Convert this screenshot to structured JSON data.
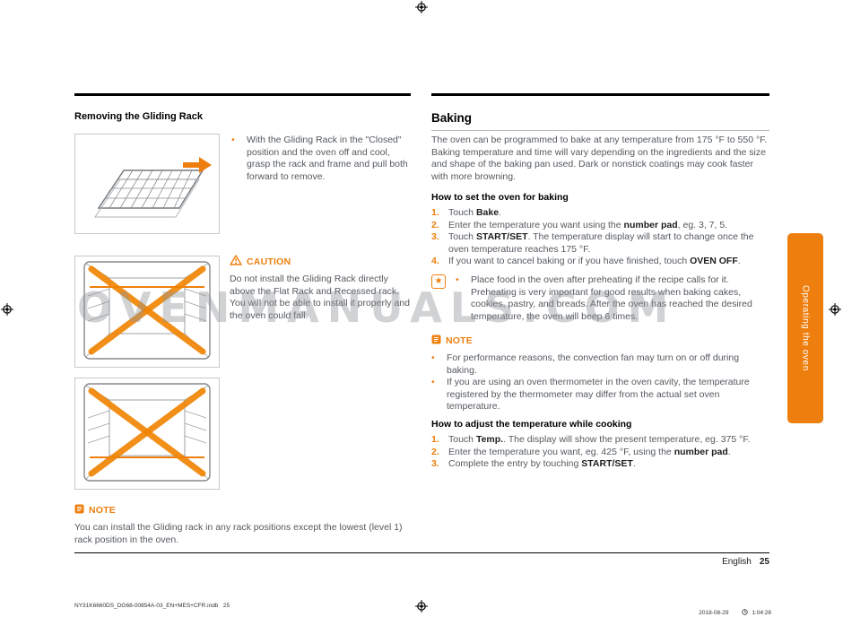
{
  "page": {
    "watermark": "OVENMANUALS.COM"
  },
  "icons": {
    "star": "★"
  },
  "colors": {
    "accent": "#ee7f0e"
  },
  "left_column": {
    "section_title": "Removing the Gliding Rack",
    "bullet": "With the Gliding Rack in the \"Closed\" position and the oven off and cool, grasp the rack and frame and pull both forward to remove.",
    "caution": {
      "label": "CAUTION",
      "text": "Do not install the Gliding Rack directly above the Flat Rack and Recessed rack. You will not be able to install it properly and the oven could fall."
    },
    "note": {
      "label": "NOTE",
      "text": "You can install the Gliding rack in any rack positions except the lowest (level 1) rack position in the oven."
    }
  },
  "right_column": {
    "title": "Baking",
    "intro": "The oven can be programmed to bake at any temperature from 175 °F to 550 °F. Baking temperature and time will vary depending on the ingredients and the size and shape of the baking pan used. Dark or nonstick coatings may cook faster with more browning.",
    "how_to_set": {
      "title": "How to set the oven for baking",
      "steps": [
        {
          "num": "1.",
          "parts": [
            {
              "t": "Touch "
            },
            {
              "t": "Bake",
              "b": true
            },
            {
              "t": "."
            }
          ]
        },
        {
          "num": "2.",
          "parts": [
            {
              "t": "Enter the temperature you want using the "
            },
            {
              "t": "number pad",
              "b": true
            },
            {
              "t": ", eg. 3, 7, 5."
            }
          ]
        },
        {
          "num": "3.",
          "parts": [
            {
              "t": "Touch "
            },
            {
              "t": "START/SET",
              "b": true
            },
            {
              "t": ". The temperature display will start to change once the oven temperature reaches 175 °F."
            }
          ]
        },
        {
          "num": "4.",
          "parts": [
            {
              "t": "If you want to cancel baking or if you have finished, touch "
            },
            {
              "t": "OVEN OFF",
              "b": true
            },
            {
              "t": "."
            }
          ]
        }
      ]
    },
    "tip": "Place food in the oven after preheating if the recipe calls for it. Preheating is very important for good results when baking cakes, cookies, pastry, and breads. After the oven has reached the desired temperature, the oven will beep 6 times.",
    "note": {
      "label": "NOTE",
      "bullets": [
        "For performance reasons, the convection fan may turn on or off during baking.",
        "If you are using an oven thermometer in the oven cavity, the temperature registered by the thermometer may differ from the actual set oven temperature."
      ]
    },
    "how_to_adjust": {
      "title": "How to adjust the temperature while cooking",
      "steps": [
        {
          "num": "1.",
          "parts": [
            {
              "t": "Touch "
            },
            {
              "t": "Temp.",
              "b": true
            },
            {
              "t": ". The display will show the present temperature, eg. 375 °F."
            }
          ]
        },
        {
          "num": "2.",
          "parts": [
            {
              "t": "Enter the temperature you want, eg. 425 °F, using the "
            },
            {
              "t": "number pad",
              "b": true
            },
            {
              "t": "."
            }
          ]
        },
        {
          "num": "3.",
          "parts": [
            {
              "t": "Complete the entry by touching "
            },
            {
              "t": "START/SET",
              "b": true
            },
            {
              "t": "."
            }
          ]
        }
      ]
    }
  },
  "side_tab": "Operating the oven",
  "footer": {
    "language": "English",
    "page_number": "25",
    "print_file": "NY31K6660DS_DG68-00854A-03_EN+MES+CFR.indb   25",
    "print_date": "2018-08-29",
    "print_time": "1:04:28"
  }
}
